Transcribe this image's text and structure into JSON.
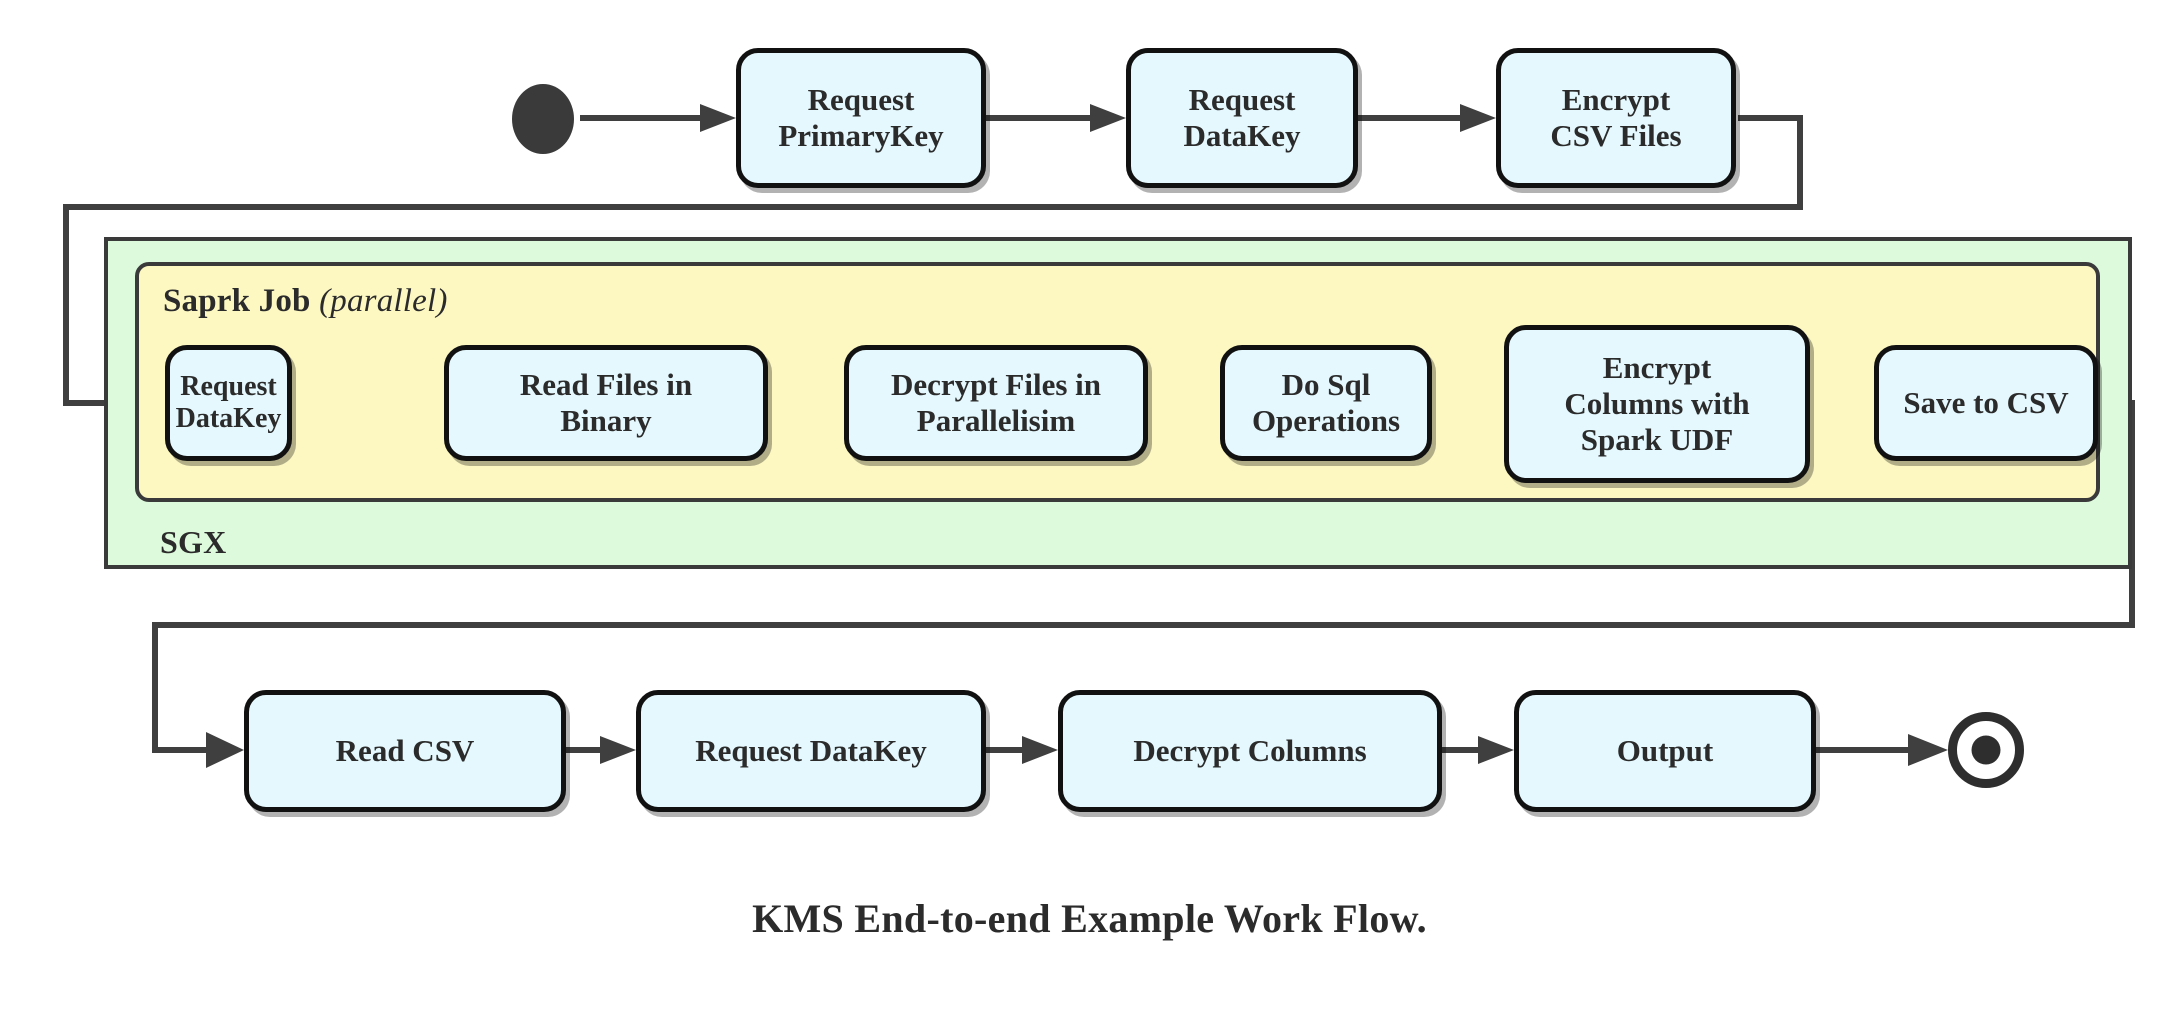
{
  "diagram": {
    "caption": "KMS End-to-end Example Work Flow.",
    "colors": {
      "node_fill": "#e4f8fd",
      "node_border": "#111111",
      "sgx_fill": "#ddfadd",
      "spark_fill": "#fdf8c2",
      "container_border": "#3a3a3a",
      "connector": "#3f3f3f",
      "text": "#2b2b2b"
    },
    "containers": {
      "sgx": {
        "label": "SGX"
      },
      "spark": {
        "label_main": "Saprk Job",
        "label_italic": "(parallel)"
      }
    },
    "terminals": {
      "start": "start-node",
      "end": "end-node"
    },
    "rows": {
      "top": [
        {
          "id": "request-primarykey",
          "lines": [
            "Request",
            "PrimaryKey"
          ]
        },
        {
          "id": "request-datakey-top",
          "lines": [
            "Request",
            "DataKey"
          ]
        },
        {
          "id": "encrypt-csv-files",
          "lines": [
            "Encrypt",
            "CSV Files"
          ]
        }
      ],
      "middle": [
        {
          "id": "request-datakey-spark",
          "lines": [
            "Request",
            "DataKey"
          ]
        },
        {
          "id": "read-files-in-binary",
          "lines": [
            "Read Files in",
            "Binary"
          ]
        },
        {
          "id": "decrypt-files-in-parallelisim",
          "lines": [
            "Decrypt Files in",
            "Parallelisim"
          ]
        },
        {
          "id": "do-sql-operations",
          "lines": [
            "Do Sql",
            "Operations"
          ]
        },
        {
          "id": "encrypt-columns-with-spark-udf",
          "lines": [
            "Encrypt",
            "Columns with",
            "Spark UDF"
          ]
        },
        {
          "id": "save-to-csv",
          "lines": [
            "Save to CSV"
          ]
        }
      ],
      "bottom": [
        {
          "id": "read-csv",
          "lines": [
            "Read CSV"
          ]
        },
        {
          "id": "request-datakey-bottom",
          "lines": [
            "Request DataKey"
          ]
        },
        {
          "id": "decrypt-columns",
          "lines": [
            "Decrypt Columns"
          ]
        },
        {
          "id": "output",
          "lines": [
            "Output"
          ]
        }
      ]
    }
  }
}
